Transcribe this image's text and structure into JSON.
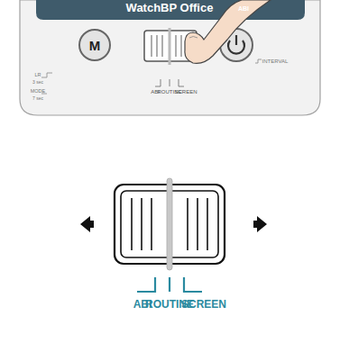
{
  "diagram": {
    "nodes": [
      {
        "text": [
          "M"
        ]
      }
    ],
    "labels": [
      "WatchBP Office",
      "ABI",
      "LR",
      "3 sec",
      "MODE",
      "7 sec",
      "INTERVAL",
      "ABI",
      "ROUTINE",
      "SCREEN",
      "ABI",
      "ROUTINE",
      "SCREEN"
    ]
  }
}
